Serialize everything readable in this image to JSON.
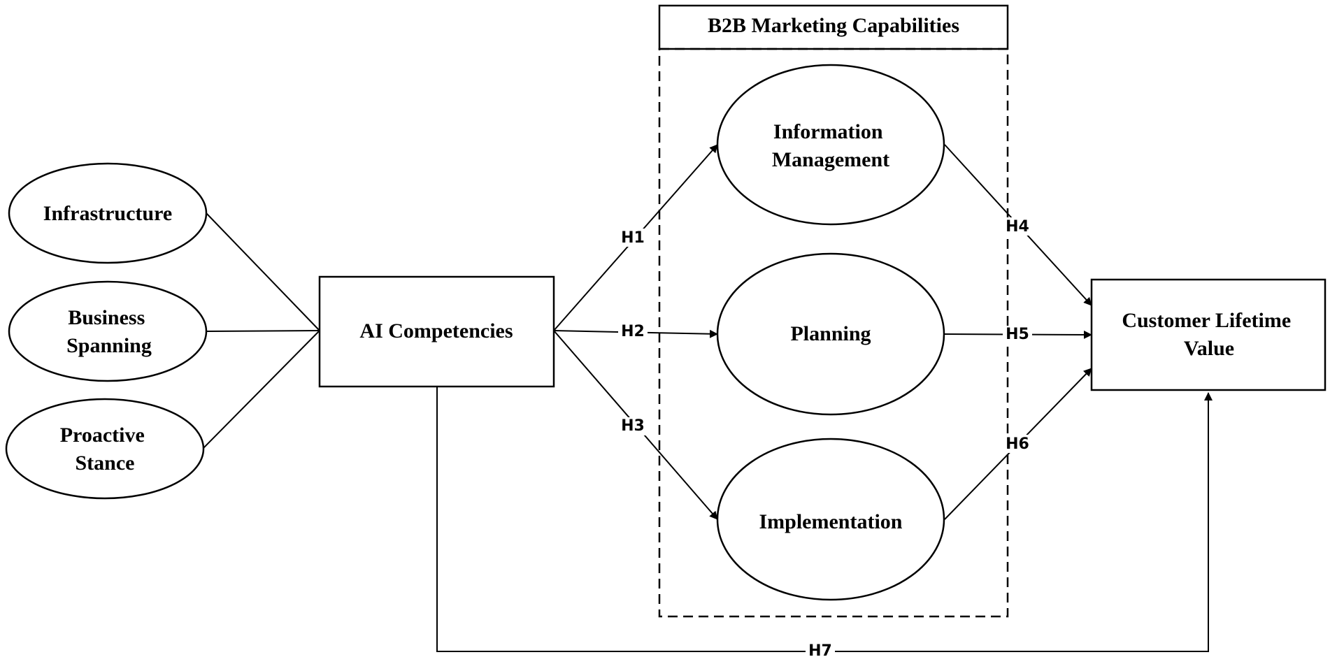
{
  "group": {
    "title": "B2B Marketing Capabilities"
  },
  "nodes": {
    "infrastructure": [
      "Infrastructure"
    ],
    "business_spanning": [
      "Business",
      "Spanning"
    ],
    "proactive_stance": [
      "Proactive",
      "Stance"
    ],
    "ai_competencies": [
      "AI Competencies"
    ],
    "information_management": [
      "Information",
      "Management"
    ],
    "planning": [
      "Planning"
    ],
    "implementation": [
      "Implementation"
    ],
    "customer_lifetime_value": [
      "Customer Lifetime",
      "Value"
    ]
  },
  "hypotheses": {
    "h1": "H1",
    "h2": "H2",
    "h3": "H3",
    "h4": "H4",
    "h5": "H5",
    "h6": "H6",
    "h7": "H7"
  }
}
